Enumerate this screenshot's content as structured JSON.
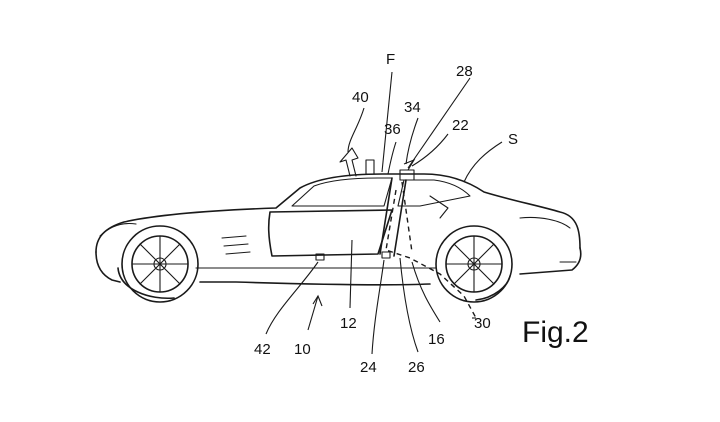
{
  "figure": {
    "caption": "Fig.2"
  },
  "labels": {
    "l40": "40",
    "lF": "F",
    "l28": "28",
    "l34": "34",
    "l36": "36",
    "l22": "22",
    "lS": "S",
    "l42": "42",
    "l10": "10",
    "l12": "12",
    "l24": "24",
    "l26": "26",
    "l16": "16",
    "l30": "30"
  }
}
